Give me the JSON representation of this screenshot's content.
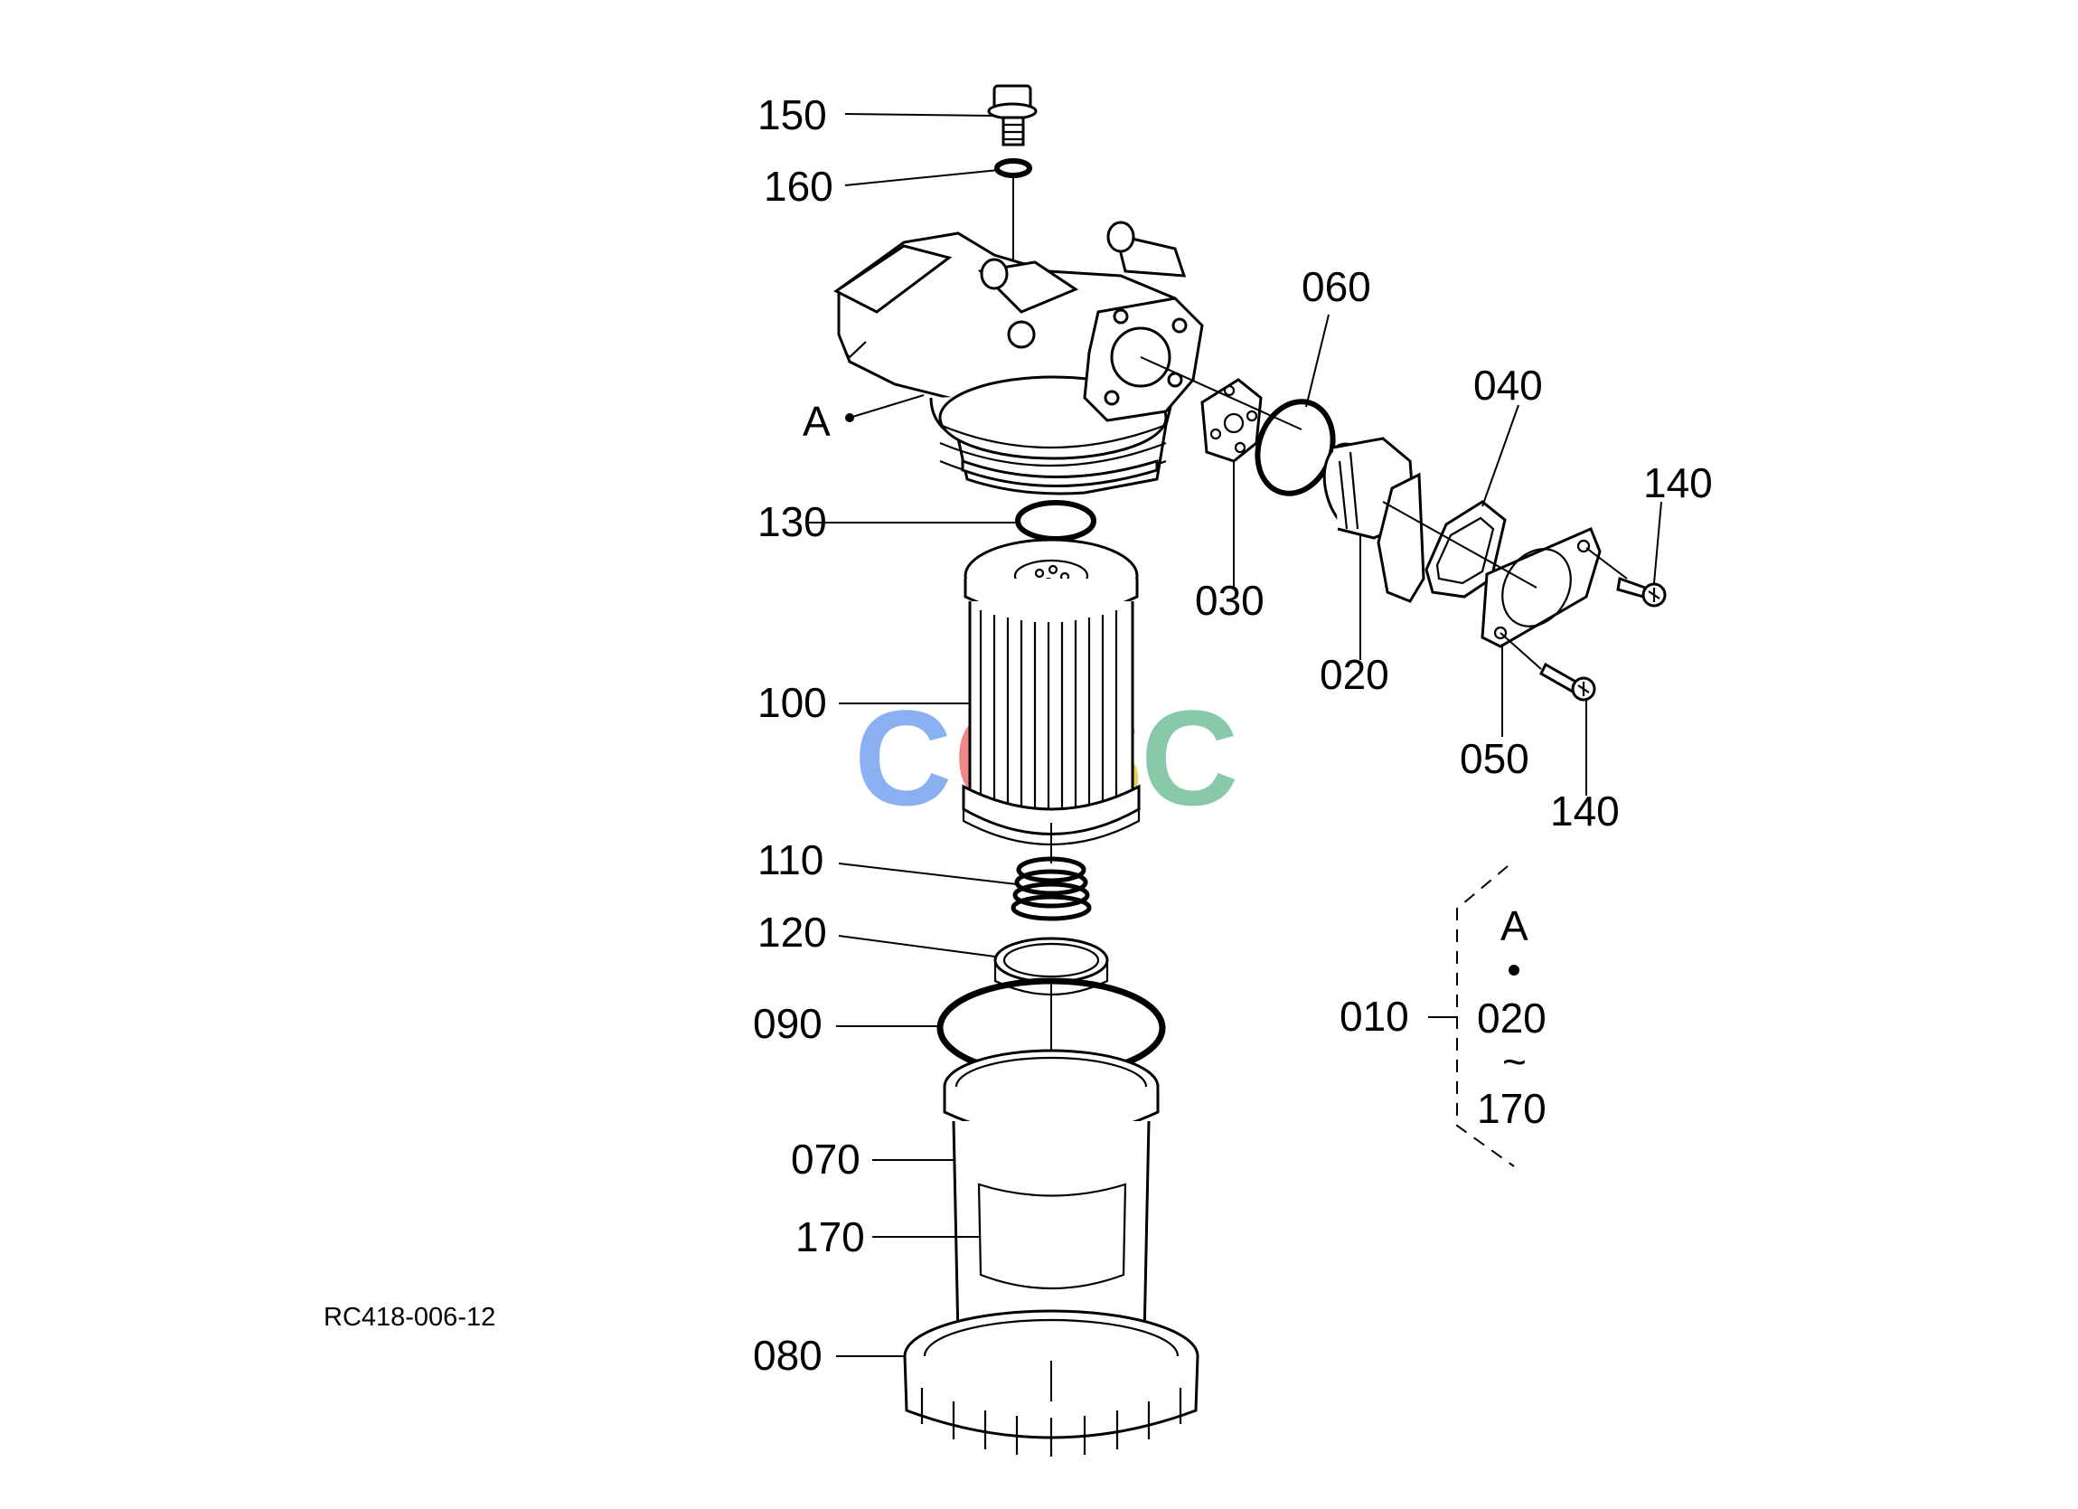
{
  "diagram_code": "RC418-006-12",
  "watermark": {
    "letters": [
      "C",
      "G",
      "S",
      "C"
    ],
    "colors": [
      "#7fa8f0",
      "#f07a7a",
      "#e6c94a",
      "#7dc4a0"
    ]
  },
  "parts": {
    "p150": "150",
    "p160": "160",
    "pA": "A",
    "p130": "130",
    "p100": "100",
    "p110": "110",
    "p120": "120",
    "p090": "090",
    "p070": "070",
    "p170": "170",
    "p080": "080",
    "p060": "060",
    "p030": "030",
    "p020": "020",
    "p040": "040",
    "p140a": "140",
    "p050": "050",
    "p140b": "140"
  },
  "assembly": {
    "part_no": "010",
    "ref": "A",
    "from": "020",
    "range_symbol": "~",
    "to": "170"
  }
}
